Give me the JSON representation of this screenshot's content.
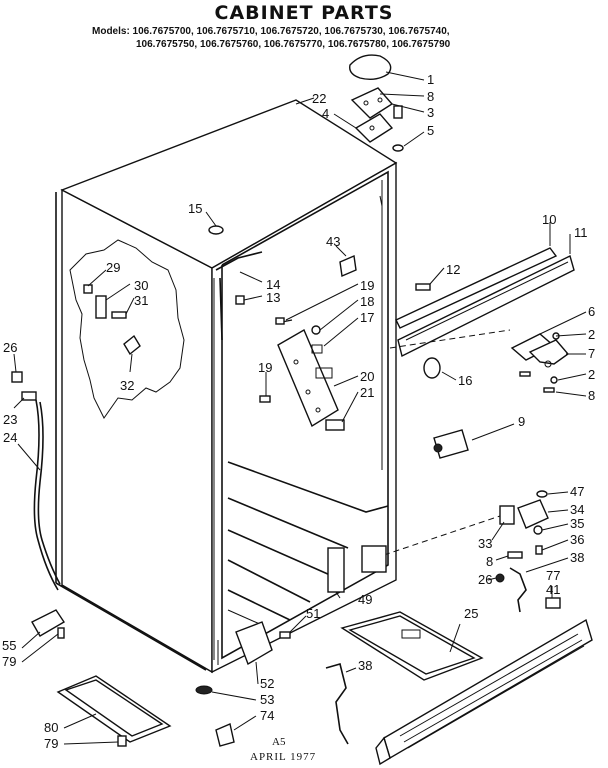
{
  "title": "CABINET PARTS",
  "models_line_1": "Models: 106.7675700, 106.7675710, 106.7675720, 106.7675730, 106.7675740,",
  "models_line_2": "106.7675750, 106.7675760, 106.7675770, 106.7675780, 106.7675790",
  "footer_code": "A5",
  "footer_date": "APRIL 1977",
  "callouts": [
    "1",
    "8",
    "3",
    "4",
    "5",
    "22",
    "15",
    "10",
    "11",
    "43",
    "12",
    "29",
    "30",
    "31",
    "14",
    "13",
    "19",
    "18",
    "17",
    "6",
    "2",
    "7",
    "26",
    "32",
    "16",
    "19",
    "20",
    "21",
    "2",
    "8",
    "23",
    "24",
    "9",
    "47",
    "34",
    "33",
    "35",
    "36",
    "8",
    "38",
    "26",
    "77",
    "41",
    "49",
    "25",
    "51",
    "55",
    "79",
    "52",
    "53",
    "38",
    "80",
    "79",
    "74"
  ]
}
